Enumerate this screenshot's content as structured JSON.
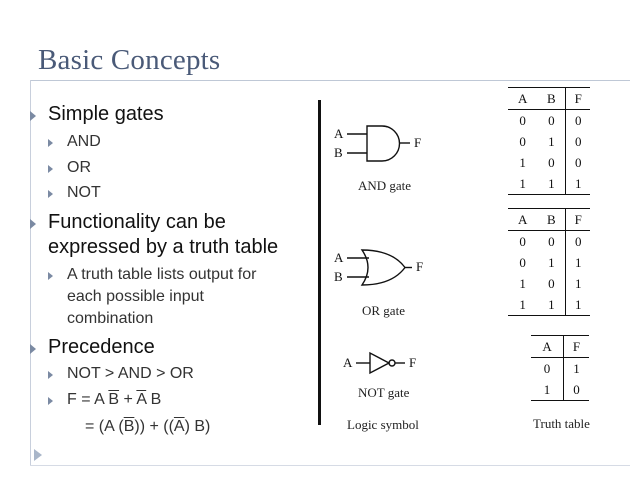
{
  "slide": {
    "title": "Basic Concepts"
  },
  "bullets": {
    "simple_gates": "Simple gates",
    "and": "AND",
    "or": "OR",
    "not": "NOT",
    "functionality_line1": "Functionality can be",
    "functionality_line2": "expressed by a truth table",
    "truth_table_line1": "A truth table lists output for",
    "truth_table_line2": "each possible input",
    "truth_table_line3": "combination",
    "precedence": "Precedence",
    "precedence_order": "NOT > AND > OR",
    "formula_prefix": "F = A ",
    "formula_b_bar": "B",
    "formula_plus": " + ",
    "formula_a_bar": "A",
    "formula_suffix": " B",
    "expansion_prefix": "= (A (",
    "expansion_b_bar": "B",
    "expansion_mid": ")) + ((",
    "expansion_a_bar": "A",
    "expansion_suffix": ") B)"
  },
  "gates": {
    "and": {
      "input_a": "A",
      "input_b": "B",
      "output": "F",
      "caption": "AND gate"
    },
    "or": {
      "input_a": "A",
      "input_b": "B",
      "output": "F",
      "caption": "OR gate"
    },
    "not": {
      "input_a": "A",
      "output": "F",
      "caption": "NOT gate"
    },
    "column_caption": "Logic symbol"
  },
  "truth_tables": {
    "and": {
      "headers": [
        "A",
        "B",
        "F"
      ],
      "rows": [
        [
          "0",
          "0",
          "0"
        ],
        [
          "0",
          "1",
          "0"
        ],
        [
          "1",
          "0",
          "0"
        ],
        [
          "1",
          "1",
          "1"
        ]
      ]
    },
    "or": {
      "headers": [
        "A",
        "B",
        "F"
      ],
      "rows": [
        [
          "0",
          "0",
          "0"
        ],
        [
          "0",
          "1",
          "1"
        ],
        [
          "1",
          "0",
          "1"
        ],
        [
          "1",
          "1",
          "1"
        ]
      ]
    },
    "not": {
      "headers": [
        "A",
        "F"
      ],
      "rows": [
        [
          "0",
          "1"
        ],
        [
          "1",
          "0"
        ]
      ]
    },
    "column_caption": "Truth table"
  },
  "colors": {
    "title": "#4a5a78",
    "bullet_marker": "#7b8aa3",
    "slide_arrow": "#a9b6c9"
  }
}
